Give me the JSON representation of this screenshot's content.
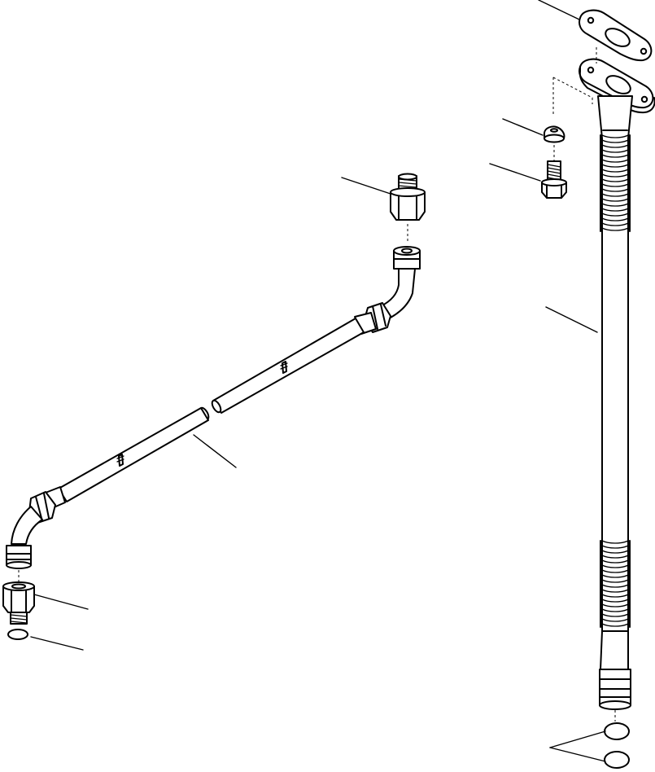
{
  "figure": {
    "description_visible_text": [],
    "parts": [
      {
        "id": "gasket-upper",
        "kind": "gasket"
      },
      {
        "id": "gasket-lower",
        "kind": "gasket"
      },
      {
        "id": "washer",
        "kind": "washer"
      },
      {
        "id": "bolt",
        "kind": "bolt"
      },
      {
        "id": "vertical-tube",
        "kind": "tube"
      },
      {
        "id": "upper-connector",
        "kind": "connector"
      },
      {
        "id": "long-hose",
        "kind": "hose"
      },
      {
        "id": "lower-connector",
        "kind": "connector"
      },
      {
        "id": "small-o-ring",
        "kind": "o-ring"
      },
      {
        "id": "bottom-o-rings",
        "kind": "o-ring"
      }
    ],
    "colors": {
      "line": "#000000",
      "background": "#ffffff"
    }
  }
}
